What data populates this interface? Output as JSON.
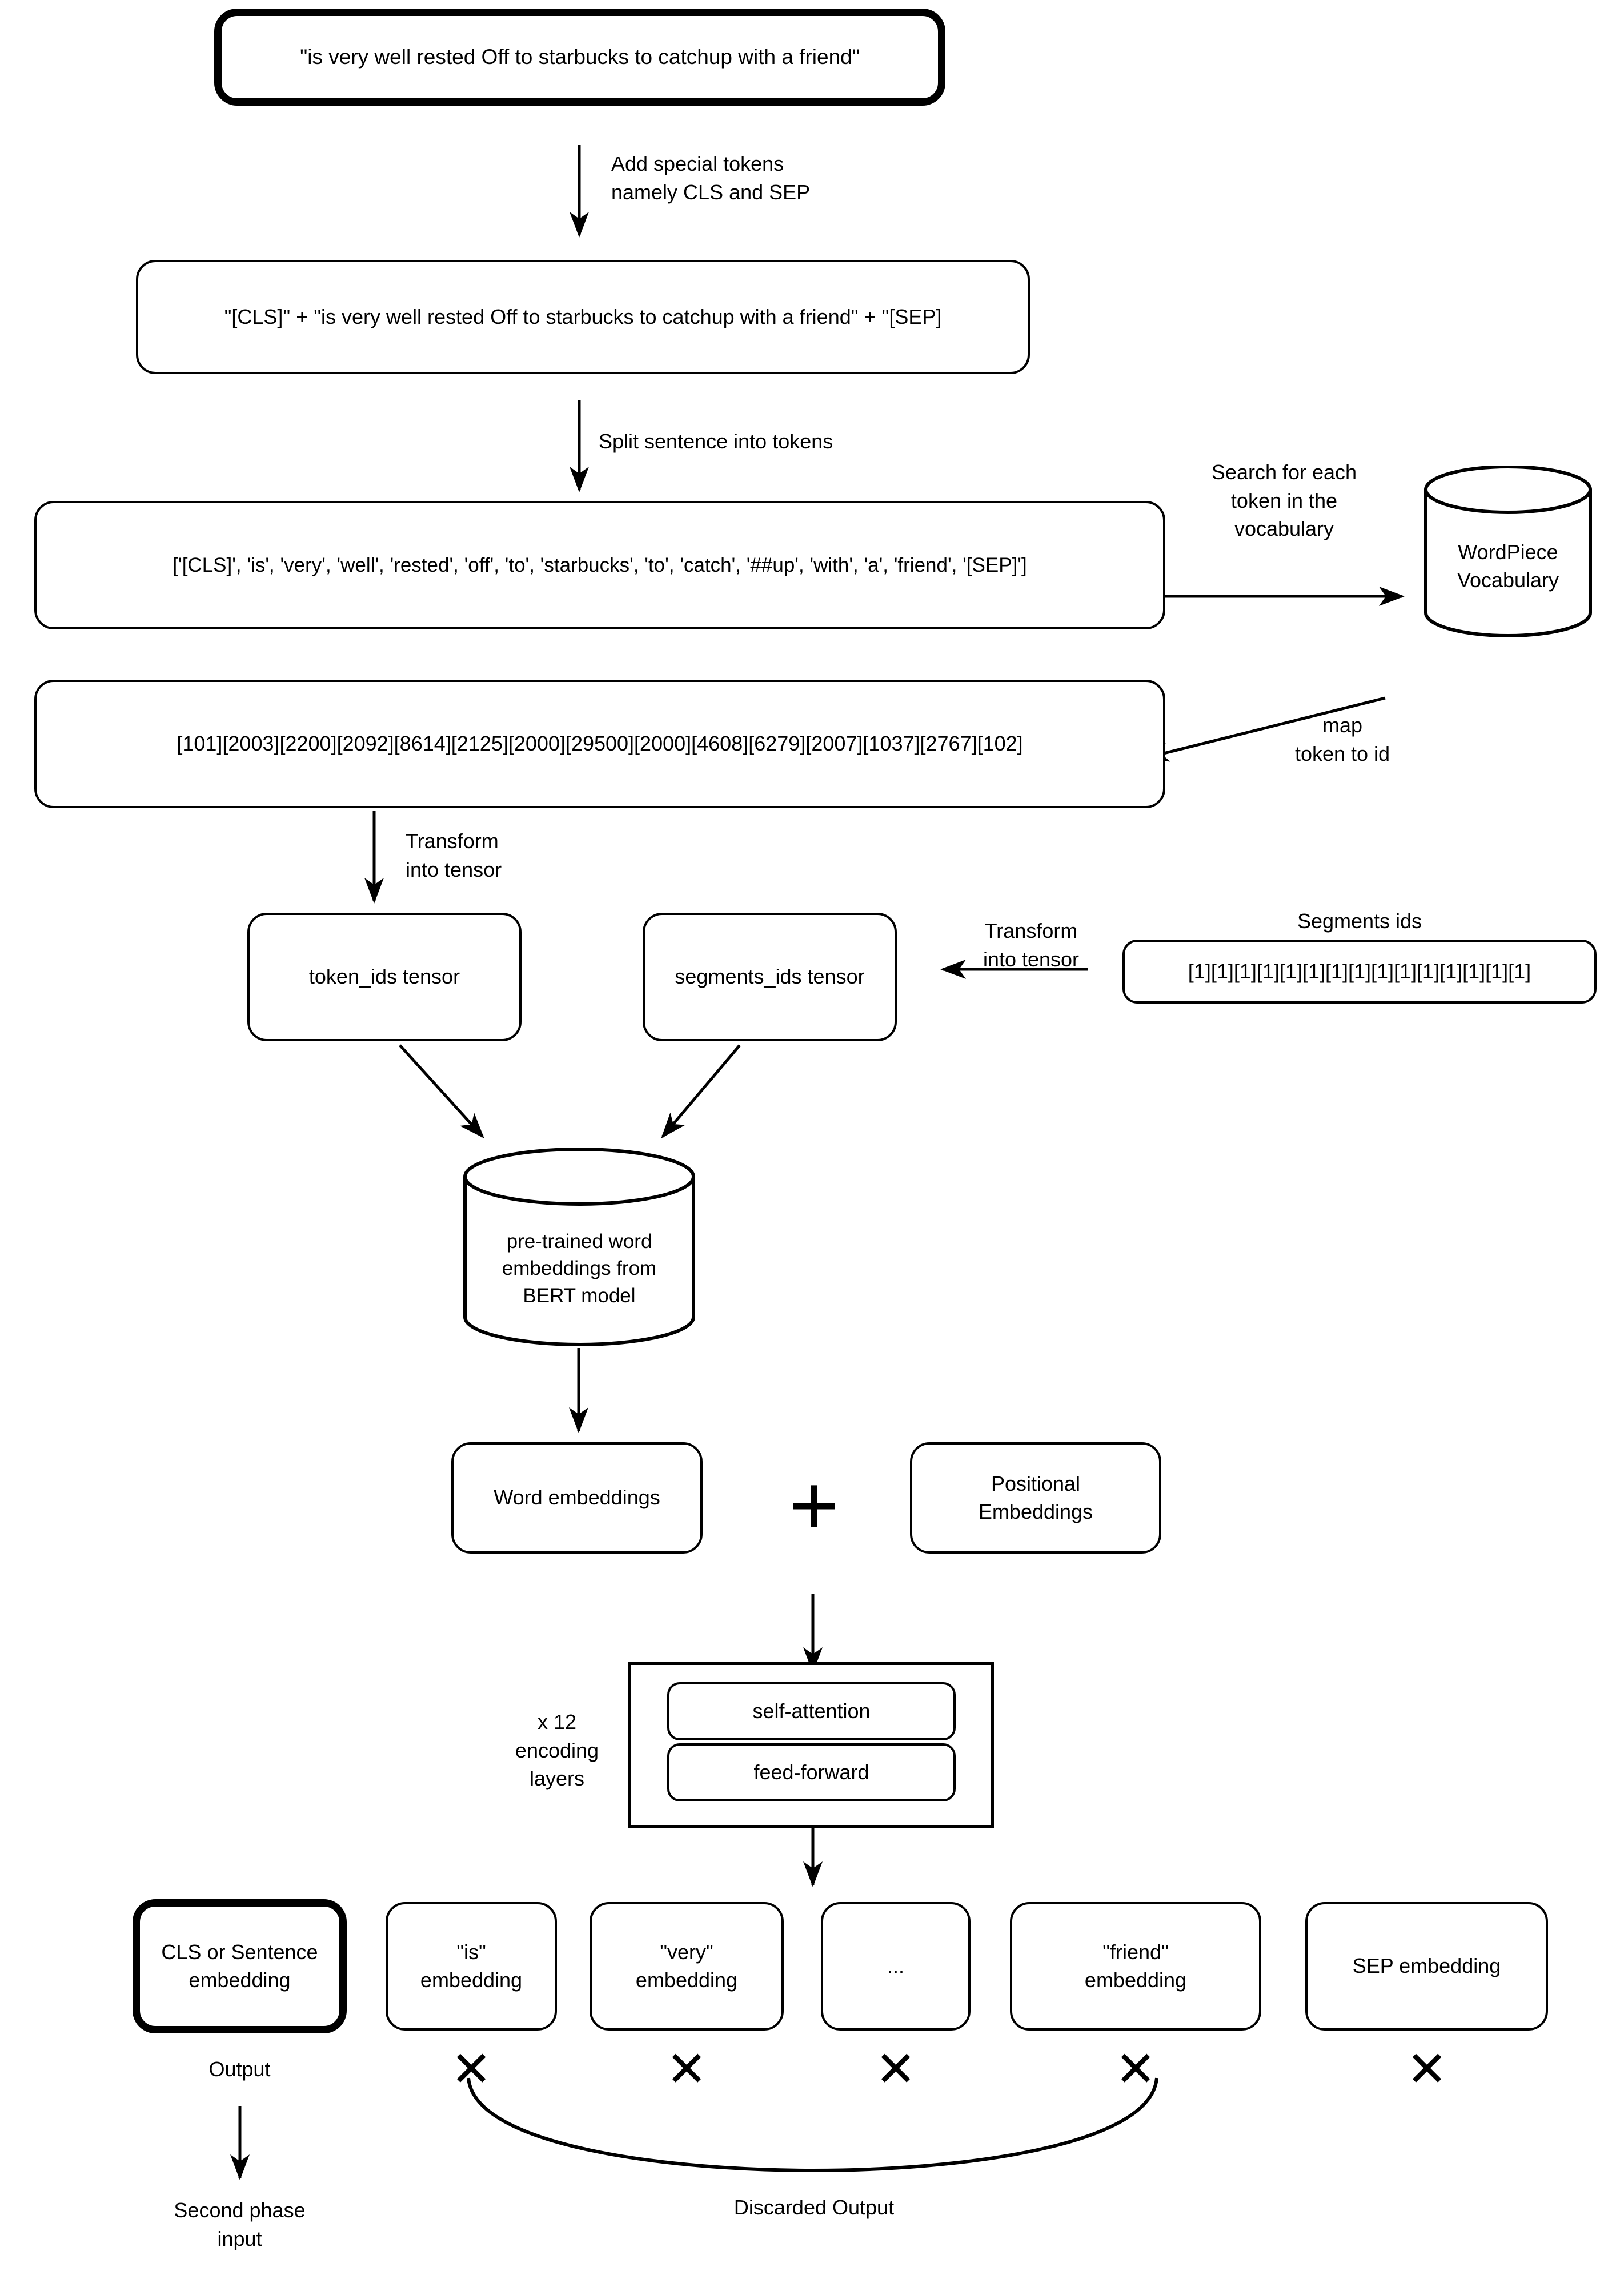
{
  "diagram": {
    "title": "BERT sentence embedding pipeline",
    "stroke_color": "#000000",
    "background_color": "#ffffff"
  },
  "nodes": {
    "raw_sentence": "\"is very well rested Off to starbucks to catchup with a friend\"",
    "with_special_tokens": "\"[CLS]\" + \"is very well rested Off to starbucks to catchup with a friend\" + \"[SEP]",
    "token_list": "['[CLS]', 'is', 'very', 'well', 'rested', 'off', 'to', 'starbucks', 'to', 'catch', '##up', 'with', 'a', 'friend', '[SEP]']",
    "token_ids": "[101][2003][2200][2092][8614][2125][2000][29500][2000][4608][6279][2007][1037][2767][102]",
    "wordpiece_vocabulary": "WordPiece\nVocabulary",
    "token_ids_tensor": "token_ids tensor",
    "segments_ids_tensor": "segments_ids tensor",
    "segments_ids_values": "[1][1][1][1][1][1][1][1][1][1][1][1][1][1][1]",
    "segments_ids_caption": "Segments ids",
    "pretrained_embeddings": "pre-trained word\nembeddings from\nBERT model",
    "word_embeddings": "Word embeddings",
    "positional_embeddings": "Positional\nEmbeddings",
    "plus_symbol": "+",
    "encoder_repeat": "x 12\nencoding\nlayers",
    "self_attention": "self-attention",
    "feed_forward": "feed-forward",
    "cls_embedding": "CLS or Sentence\nembedding",
    "is_embedding": "\"is\"\nembedding",
    "very_embedding": "\"very\"\nembedding",
    "ellipsis_embedding": "...",
    "friend_embedding": "\"friend\"\nembedding",
    "sep_embedding": "SEP embedding",
    "output_label": "Output",
    "second_phase_input": "Second phase\ninput",
    "discarded_output": "Discarded Output",
    "discard_mark": "✕"
  },
  "edge_labels": {
    "add_special_tokens": "Add special tokens\nnamely CLS and SEP",
    "split_sentence": "Split sentence into tokens",
    "search_vocabulary": "Search for each\ntoken in the\nvocabulary",
    "map_token_to_id": "map\ntoken to id",
    "transform_tensor_left": "Transform\ninto tensor",
    "transform_tensor_right": "Transform\ninto tensor"
  }
}
